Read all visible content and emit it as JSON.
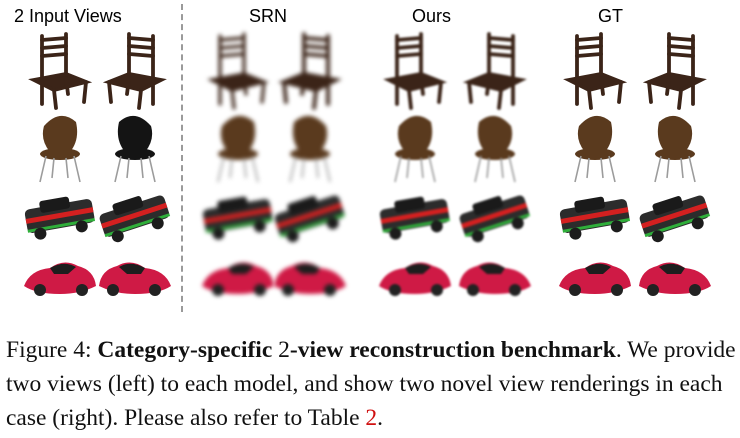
{
  "figure": {
    "columns": [
      {
        "id": "input",
        "title": "2 Input  Views"
      },
      {
        "id": "srn",
        "title": "SRN"
      },
      {
        "id": "ours",
        "title": "Ours"
      },
      {
        "id": "gt",
        "title": "GT"
      }
    ],
    "rows": [
      {
        "id": "chair-wooden",
        "kind": "chair-wood"
      },
      {
        "id": "chair-shell",
        "kind": "chair-shell"
      },
      {
        "id": "car-muscle",
        "kind": "car-muscle"
      },
      {
        "id": "car-sports",
        "kind": "car-sports"
      }
    ],
    "colors": {
      "wood": "#3b2418",
      "shell": "#5a3a1e",
      "black_shell": "#141414",
      "muscle_body": "#2c2c2c",
      "muscle_stripe": "#d42020",
      "muscle_trim": "#2fae3a",
      "sports_red": "#cf1a45",
      "divider": "#9a9a9a",
      "ref_red": "#d01010"
    }
  },
  "caption": {
    "label": "Figure 4: ",
    "bold_1": "Category-specific ",
    "plain_num": "2",
    "bold_2": "-view reconstruction benchmark",
    "period": ".",
    "body": " We provide two views (left) to each model, and show two novel view renderings in each case (right). Please also refer to Table ",
    "table_ref": "2",
    "end": "."
  }
}
